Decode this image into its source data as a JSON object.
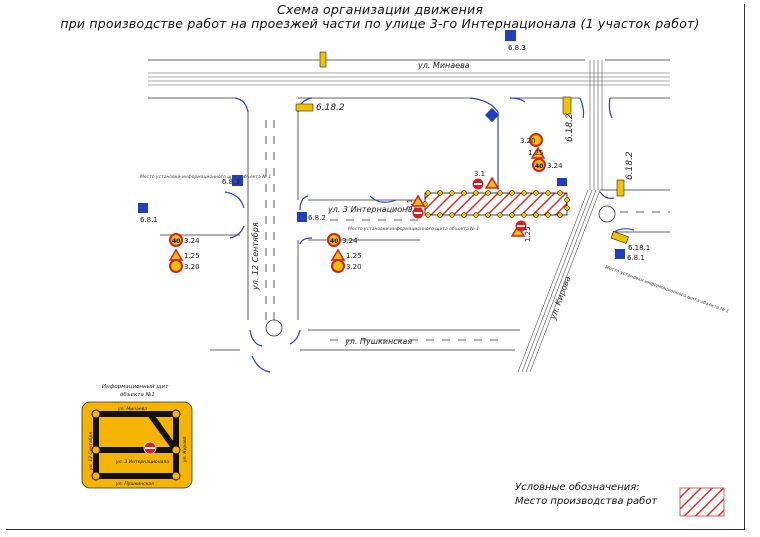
{
  "title": {
    "line1": "Схема организации движения",
    "line2": "при производстве работ на проезжей части по улице  3-го Интернационала  (1 участок работ)"
  },
  "streets": {
    "minaeva": "ул. Минаева",
    "internatsionala": "ул. 3 Интернационала",
    "sentyabrya": "ул. 12 Сентября",
    "pushkinskaya": "ул. Пушкинская",
    "kirova": "ул. Кирова"
  },
  "signs": {
    "s683_top": "6.8.3",
    "s6182_a": "6.18.2",
    "s6182_b": "6.18.2",
    "s6182_c": "6.18.2",
    "s683_left": "6.8.3",
    "s681_left": "6.8.1",
    "s682": "6.8.2",
    "s6181": "6.18.1",
    "s681_right": "6.8.1",
    "s125_a": "1.25",
    "s125_b": "1.25",
    "s125_c": "1.25",
    "s125_d": "1.25",
    "s324_a": "3.24",
    "s324_b": "3.24",
    "s324_c": "3.24",
    "s320_a": "3.20",
    "s320_b": "3.20",
    "s320_c": "3.20",
    "s31_a": "3.1",
    "s31_b": "3.1",
    "speed": "40"
  },
  "annotations": {
    "info_board_left": "Место установки информационного щита объекта № 1",
    "info_board_mid": "Место установки информационного щита объекта № 1",
    "info_board_right": "Место установки информационного щита объекта № 1"
  },
  "mini_map": {
    "caption_line1": "Информационный щит",
    "caption_line2": "объекта №1",
    "minaeva": "ул. Минаева",
    "internatsionala": "ул. 3 Интернационала",
    "pushkinskaya": "ул. Пушкинская",
    "sentyabrya": "ул. 12 Сентября",
    "kirova": "ул. Кирова"
  },
  "legend": {
    "heading": "Условные обозначения:",
    "work_zone": "Место производства работ"
  },
  "colors": {
    "sign_blue": "#1f3fbf",
    "sign_yellow": "#f2c200",
    "sign_red": "#d81e1e",
    "curb_blue": "#2f3fd8",
    "hatch": "#e03030",
    "board_yellow": "#f4b400"
  }
}
